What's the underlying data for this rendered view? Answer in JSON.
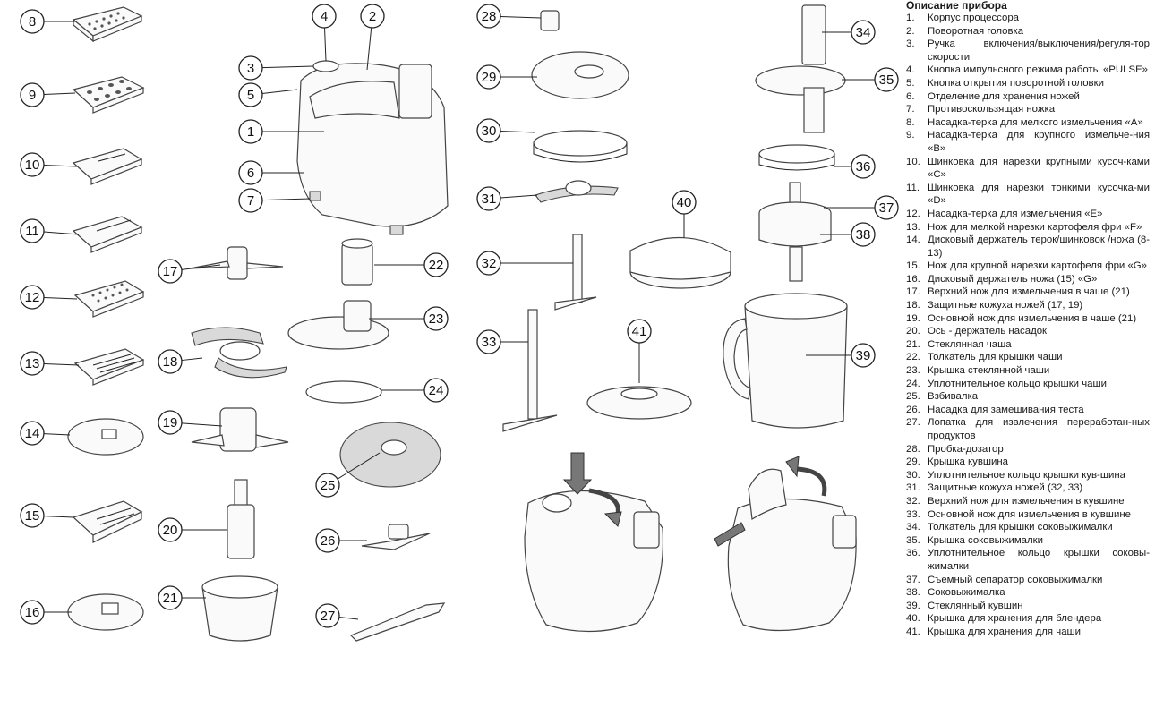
{
  "legend": {
    "title": "Описание прибора",
    "items": [
      {
        "n": "1.",
        "t": "Корпус процессора"
      },
      {
        "n": "2.",
        "t": "Поворотная головка"
      },
      {
        "n": "3.",
        "t": "Ручка включения/выключения/регуля-тор скорости"
      },
      {
        "n": "4.",
        "t": "Кнопка импульсного режима работы «PULSE»"
      },
      {
        "n": "5.",
        "t": "Кнопка открытия поворотной головки"
      },
      {
        "n": "6.",
        "t": "Отделение для хранения ножей"
      },
      {
        "n": "7.",
        "t": "Противоскользящая ножка"
      },
      {
        "n": "8.",
        "t": "Насадка-терка для мелкого измельчения «А»"
      },
      {
        "n": "9.",
        "t": "Насадка-терка для крупного измельче-ния «В»"
      },
      {
        "n": "10.",
        "t": "Шинковка для нарезки крупными кусоч-ками «С»"
      },
      {
        "n": "11.",
        "t": "Шинковка для нарезки тонкими кусочка-ми «D»"
      },
      {
        "n": "12.",
        "t": "Насадка-терка для измельчения «Е»"
      },
      {
        "n": "13.",
        "t": "Нож для мелкой нарезки картофеля фри «F»"
      },
      {
        "n": "14.",
        "t": "Дисковый держатель терок/шинковок /ножа (8- 13)"
      },
      {
        "n": "15.",
        "t": "Нож для крупной нарезки картофеля фри «G»"
      },
      {
        "n": "16.",
        "t": "Дисковый держатель ножа (15) «G»"
      },
      {
        "n": "17.",
        "t": "Верхний нож для измельчения в чаше (21)"
      },
      {
        "n": "18.",
        "t": "Защитные кожуха ножей (17, 19)"
      },
      {
        "n": "19.",
        "t": "Основной нож для измельчения в чаше (21)"
      },
      {
        "n": "20.",
        "t": "Ось - держатель насадок"
      },
      {
        "n": "21.",
        "t": "Стеклянная чаша"
      },
      {
        "n": "22.",
        "t": "Толкатель для крышки чаши"
      },
      {
        "n": "23.",
        "t": "Крышка стеклянной чаши"
      },
      {
        "n": "24.",
        "t": "Уплотнительное кольцо крышки чаши"
      },
      {
        "n": "25.",
        "t": "Взбивалка"
      },
      {
        "n": "26.",
        "t": "Насадка для замешивания теста"
      },
      {
        "n": "27.",
        "t": "Лопатка для извлечения переработан-ных продуктов"
      },
      {
        "n": "28.",
        "t": "Пробка-дозатор"
      },
      {
        "n": "29.",
        "t": "Крышка кувшина"
      },
      {
        "n": "30.",
        "t": "Уплотнительное кольцо крышки кув-шина"
      },
      {
        "n": "31.",
        "t": "Защитные кожуха ножей (32, 33)"
      },
      {
        "n": "32.",
        "t": "Верхний нож для измельчения в кувшине"
      },
      {
        "n": "33.",
        "t": "Основной нож для измельчения в кувшине"
      },
      {
        "n": "34.",
        "t": "Толкатель для крышки соковыжималки"
      },
      {
        "n": "35.",
        "t": "Крышка соковыжималки"
      },
      {
        "n": "36.",
        "t": "Уплотнительное кольцо крышки соковы-жималки"
      },
      {
        "n": "37.",
        "t": "Съемный сепаратор соковыжималки"
      },
      {
        "n": "38.",
        "t": "Соковыжималка"
      },
      {
        "n": "39.",
        "t": "Стеклянный кувшин"
      },
      {
        "n": "40.",
        "t": "Крышка для хранения для блендера"
      },
      {
        "n": "41.",
        "t": "Крышка для хранения для чаши"
      }
    ]
  },
  "callouts": [
    "1",
    "2",
    "3",
    "4",
    "5",
    "6",
    "7",
    "8",
    "9",
    "10",
    "11",
    "12",
    "13",
    "14",
    "15",
    "16",
    "17",
    "18",
    "19",
    "20",
    "21",
    "22",
    "23",
    "24",
    "25",
    "26",
    "27",
    "28",
    "29",
    "30",
    "31",
    "32",
    "33",
    "34",
    "35",
    "36",
    "37",
    "38",
    "39",
    "40",
    "41"
  ],
  "line_color": "#222222",
  "paper_color": "#ffffff"
}
